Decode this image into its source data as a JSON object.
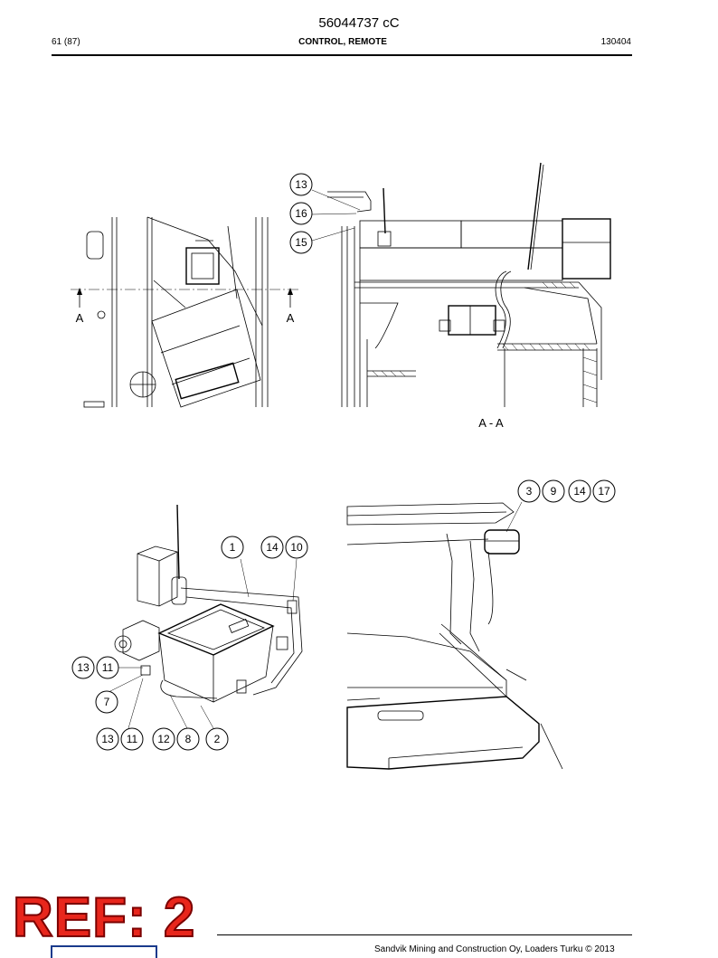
{
  "header": {
    "doc_number": "56044737 cC",
    "page_ref": "61 (87)",
    "section_title": "CONTROL, REMOTE",
    "date_code": "130404"
  },
  "top_view": {
    "section_marker_left": "A",
    "section_marker_right": "A",
    "section_label": "A - A",
    "callouts": [
      "13",
      "16",
      "15"
    ]
  },
  "bottom_left_callouts": [
    "1",
    "14",
    "10",
    "13",
    "11",
    "7",
    "13",
    "11",
    "12",
    "8",
    "2"
  ],
  "bottom_right_callouts": [
    "3",
    "9",
    "14",
    "17"
  ],
  "footer": {
    "ref_stamp": "REF: 2",
    "copyright": "Sandvik Mining and Construction Oy, Loaders Turku © 2013"
  }
}
